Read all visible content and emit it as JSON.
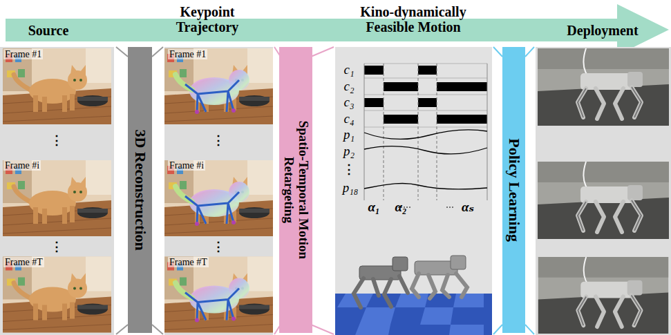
{
  "diagram": {
    "nodes": [
      {
        "text": [
          "Source",
          "Keypoint Trajectory",
          "Kino-dynamically Feasible Motion",
          "Deployment"
        ]
      },
      {
        "text": [
          "Frame #1",
          "⋮",
          "Frame #i",
          "⋮",
          "Frame #T"
        ]
      },
      {
        "text": [
          "3D Reconstruction"
        ]
      },
      {
        "text": [
          "Frame #1",
          "⋮",
          "Frame #i",
          "⋮",
          "Frame #T"
        ]
      },
      {
        "text": [
          "Spatio-Temporal Motion Retargeting"
        ]
      },
      {
        "text": [
          "c₁",
          "c₂",
          "c₃",
          "c₄",
          "p₁",
          "p₂",
          "⋮",
          "p₁₈",
          "α₁",
          "α₂",
          "αₛ"
        ]
      },
      {
        "text": [
          "Policy Learning"
        ]
      }
    ]
  }
}
